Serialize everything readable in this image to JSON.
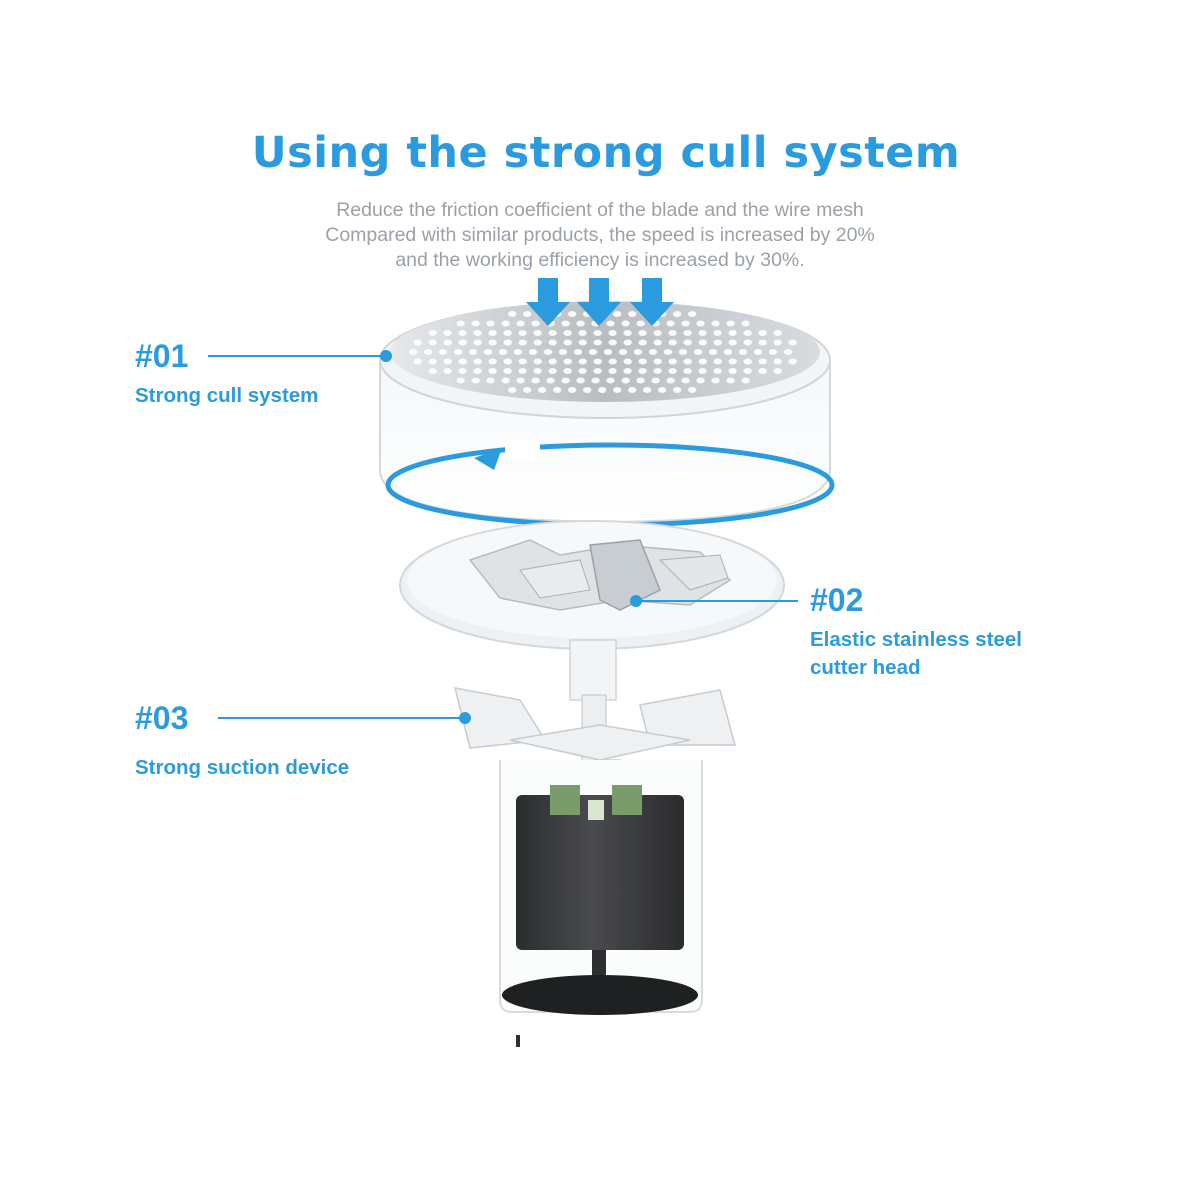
{
  "title": "Using the strong cull system",
  "subtitle": {
    "line1": "Reduce the friction coefficient of the blade and the wire mesh",
    "line2": "Compared with similar products, the speed is increased by 20%",
    "line3": "and the working efficiency is increased by 30%."
  },
  "callouts": [
    {
      "number": "#01",
      "label_lines": [
        "Strong cull system"
      ]
    },
    {
      "number": "#02",
      "label_lines": [
        "Elastic stainless steel",
        "cutter head"
      ]
    },
    {
      "number": "#03",
      "label_lines": [
        "Strong suction device"
      ]
    }
  ],
  "colors": {
    "accent": "#2b9be0",
    "subtitle": "#9aa1a8",
    "motor": "#3a3b3d",
    "mesh": "#c9ccd0"
  }
}
